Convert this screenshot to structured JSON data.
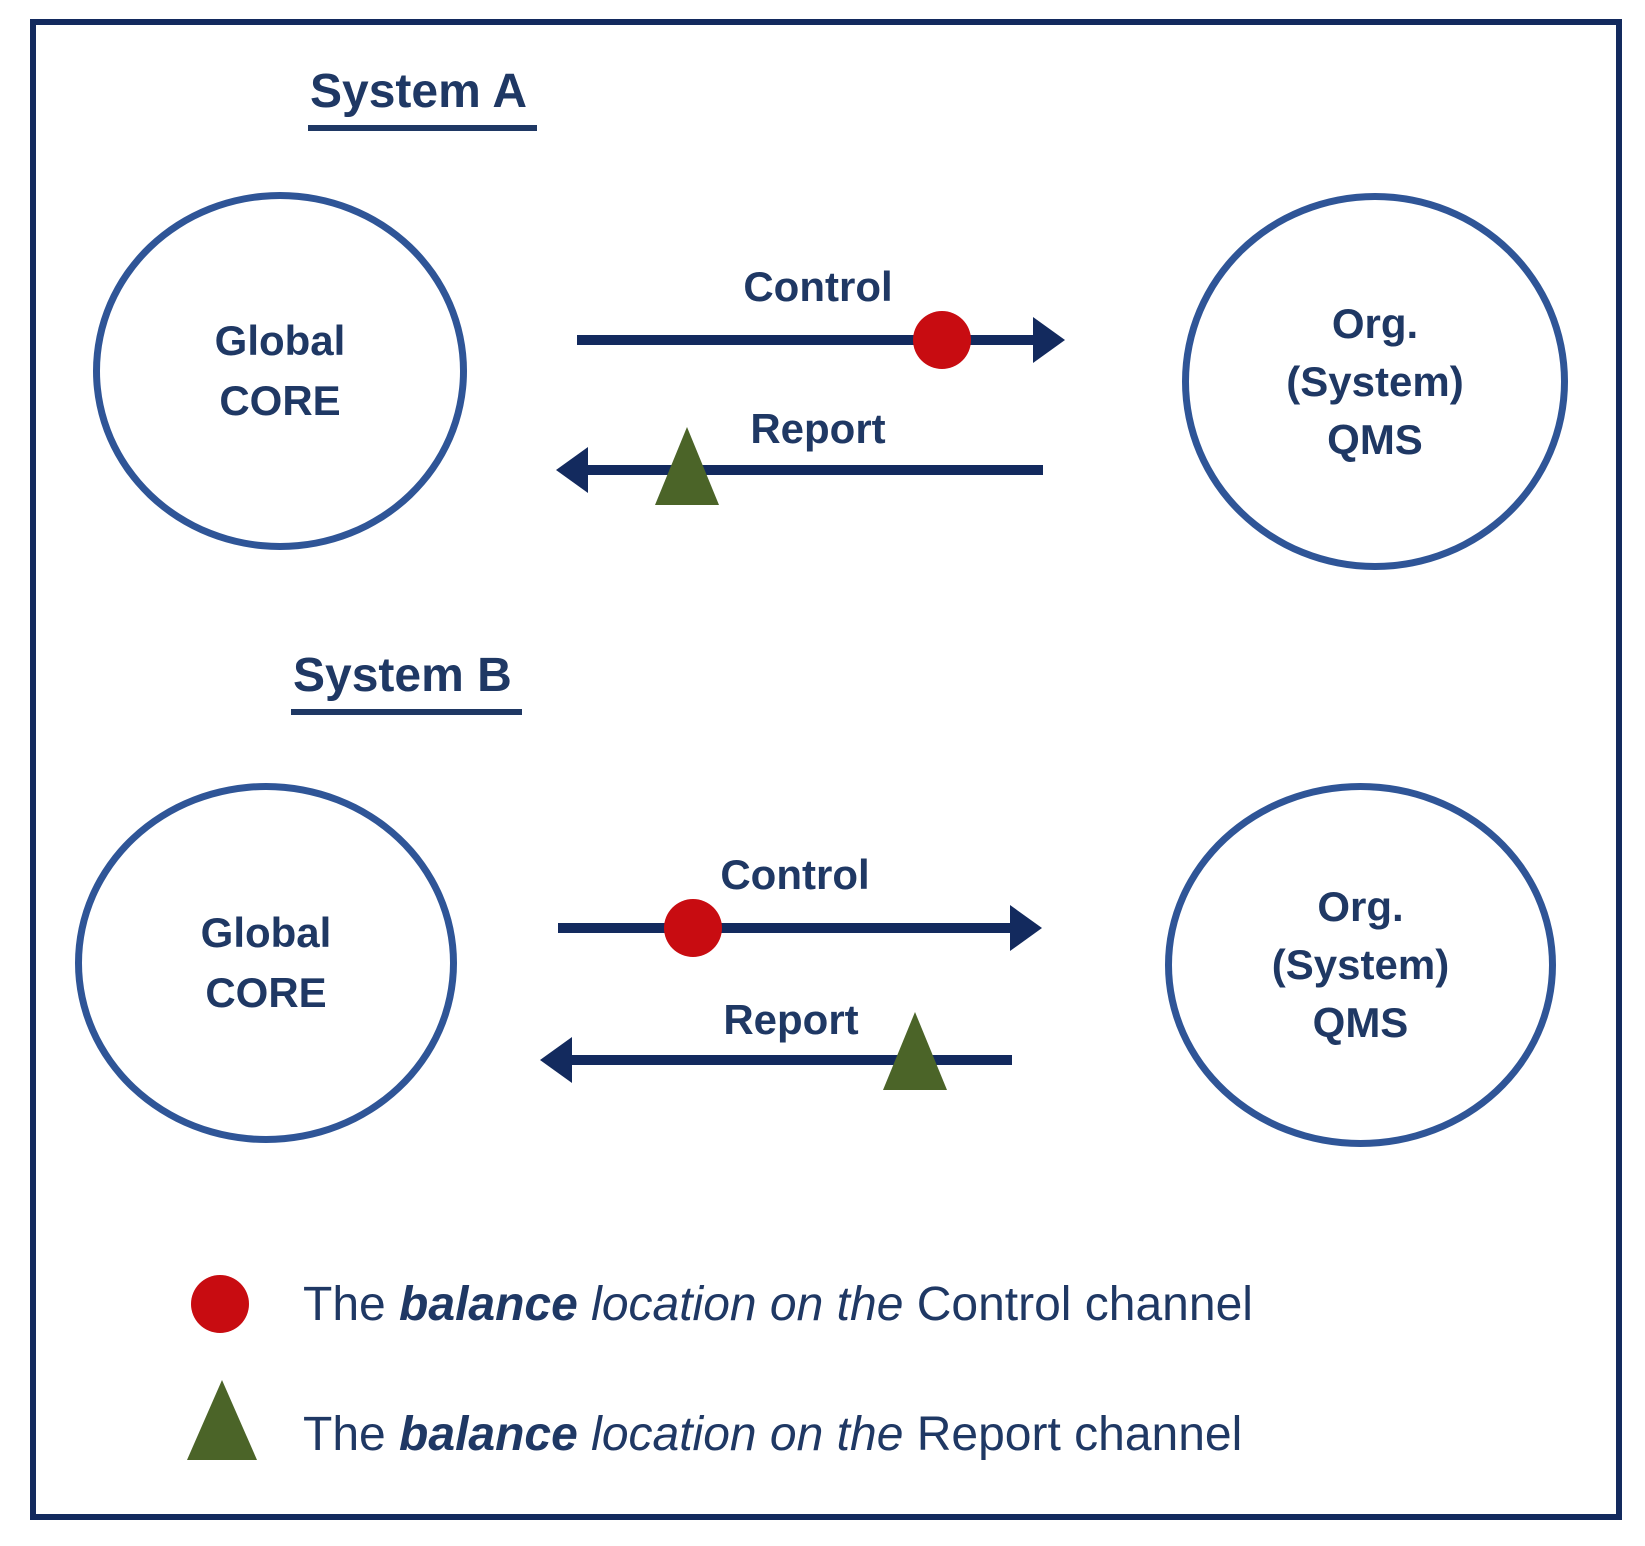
{
  "diagram": {
    "systems": [
      {
        "id": "A",
        "title": "System A",
        "core_node": {
          "lines": [
            "Global",
            "CORE"
          ]
        },
        "qms_node": {
          "lines": [
            "Org.",
            "(System)",
            "QMS"
          ]
        },
        "control_channel": {
          "label": "Control",
          "direction": "right",
          "balance_marker": "red-circle",
          "balance_position": "near-qms"
        },
        "report_channel": {
          "label": "Report",
          "direction": "left",
          "balance_marker": "green-triangle",
          "balance_position": "near-core"
        }
      },
      {
        "id": "B",
        "title": "System B",
        "core_node": {
          "lines": [
            "Global",
            "CORE"
          ]
        },
        "qms_node": {
          "lines": [
            "Org.",
            "(System)",
            "QMS"
          ]
        },
        "control_channel": {
          "label": "Control",
          "direction": "right",
          "balance_marker": "red-circle",
          "balance_position": "near-core"
        },
        "report_channel": {
          "label": "Report",
          "direction": "left",
          "balance_marker": "green-triangle",
          "balance_position": "near-qms"
        }
      }
    ],
    "legend": [
      {
        "marker": "red-circle",
        "prefix": "The ",
        "bold_italic": "balance",
        "italic": " location on the ",
        "suffix": "Control channel"
      },
      {
        "marker": "green-triangle",
        "prefix": "The ",
        "bold_italic": "balance",
        "italic": " location on the ",
        "suffix": "Report channel"
      }
    ],
    "colors": {
      "navy_line": "#132a5e",
      "navy_text": "#1f3864",
      "circle_stroke": "#2f5597",
      "balance_control_red": "#c80c11",
      "balance_report_green": "#4b6428"
    }
  }
}
